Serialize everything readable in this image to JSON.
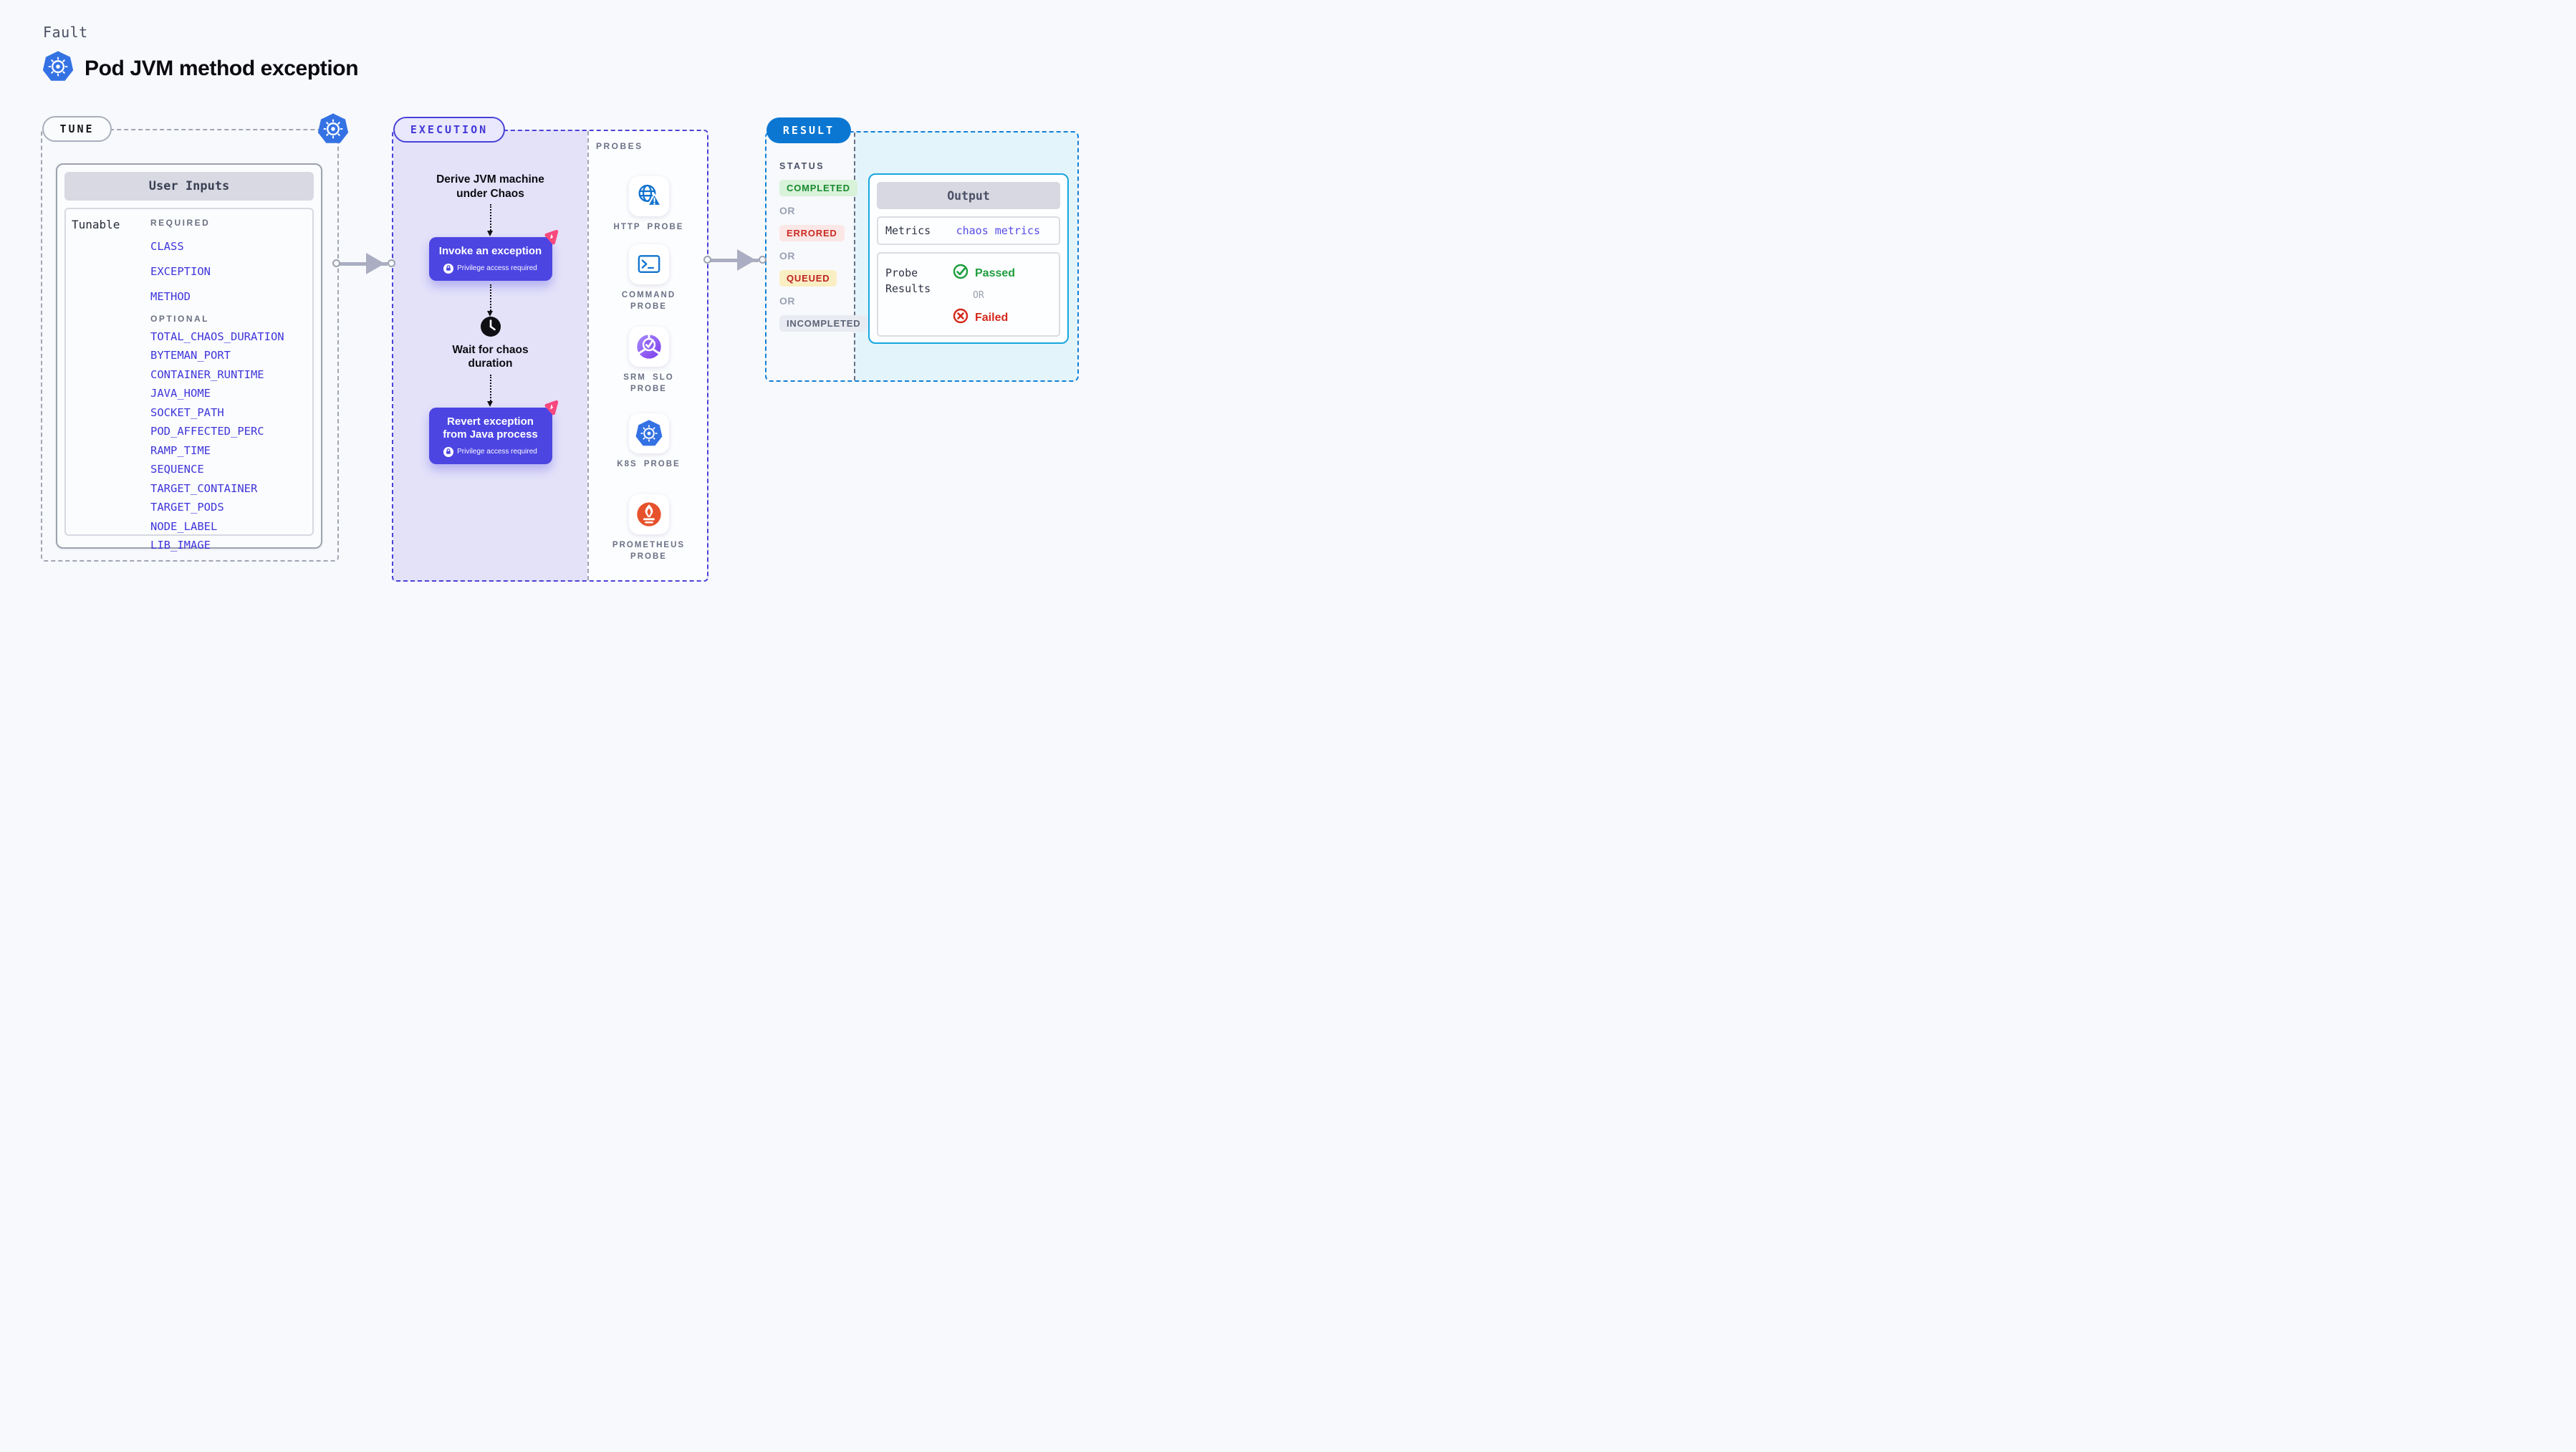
{
  "header": {
    "eyebrow": "Fault",
    "title": "Pod JVM method exception"
  },
  "tune": {
    "pill": "TUNE",
    "card_title": "User Inputs",
    "row_label": "Tunable",
    "required_label": "REQUIRED",
    "required_items": [
      "CLASS",
      "EXCEPTION",
      "METHOD"
    ],
    "optional_label": "OPTIONAL",
    "optional_items": [
      "TOTAL_CHAOS_DURATION",
      "BYTEMAN_PORT",
      "CONTAINER_RUNTIME",
      "JAVA_HOME",
      "SOCKET_PATH",
      "POD_AFFECTED_PERC",
      "RAMP_TIME",
      "SEQUENCE",
      "TARGET_CONTAINER",
      "TARGET_PODS",
      "NODE_LABEL",
      "LIB_IMAGE"
    ]
  },
  "execution": {
    "pill": "EXECUTION",
    "derive_step": "Derive JVM machine under Chaos",
    "invoke_step": {
      "title": "Invoke an exception",
      "note": "Privilege access required"
    },
    "wait_step": "Wait for chaos duration",
    "revert_step": {
      "title": "Revert exception from Java process",
      "note": "Privilege access required"
    }
  },
  "probes": {
    "label": "PROBES",
    "items": [
      {
        "label": "HTTP PROBE",
        "icon": "http-probe-icon"
      },
      {
        "label": "COMMAND PROBE",
        "icon": "command-probe-icon"
      },
      {
        "label": "SRM SLO PROBE",
        "icon": "srm-slo-probe-icon"
      },
      {
        "label": "K8S PROBE",
        "icon": "k8s-probe-icon"
      },
      {
        "label": "PROMETHEUS PROBE",
        "icon": "prometheus-probe-icon"
      }
    ]
  },
  "result": {
    "pill": "RESULT",
    "status_label": "STATUS",
    "or_label": "OR",
    "statuses": [
      {
        "label": "COMPLETED",
        "fg": "#178A2E",
        "bg": "#D9F2DA"
      },
      {
        "label": "ERRORED",
        "fg": "#CB2B22",
        "bg": "#FBE7E6"
      },
      {
        "label": "QUEUED",
        "fg": "#BE2121",
        "bg": "#FAEFC4"
      },
      {
        "label": "INCOMPLETED",
        "fg": "#5C6476",
        "bg": "#E9EBF2"
      }
    ],
    "output": {
      "title": "Output",
      "metrics_label": "Metrics",
      "metrics_value": "chaos metrics",
      "probe_results_label": "Probe Results",
      "passed_label": "Passed",
      "failed_label": "Failed"
    }
  },
  "colors": {
    "accent_indigo": "#4C45E2",
    "execution_bg": "#E4E2F9",
    "execution_dash": "#4A42D8",
    "result_pill_blue": "#0B77D3",
    "result_dash_blue": "#1180D8",
    "output_border_cyan": "#16A7DF",
    "output_panel_bg": "#E4F4FB",
    "param_link_blue": "#3F36D9",
    "litmus_pink": "#F8487E",
    "kubernetes_blue": "#3472E4",
    "probe_icon_blue": "#1273CE",
    "prometheus_orange": "#E6522C",
    "passed_green": "#1F9E3D",
    "failed_red": "#D5281D"
  }
}
